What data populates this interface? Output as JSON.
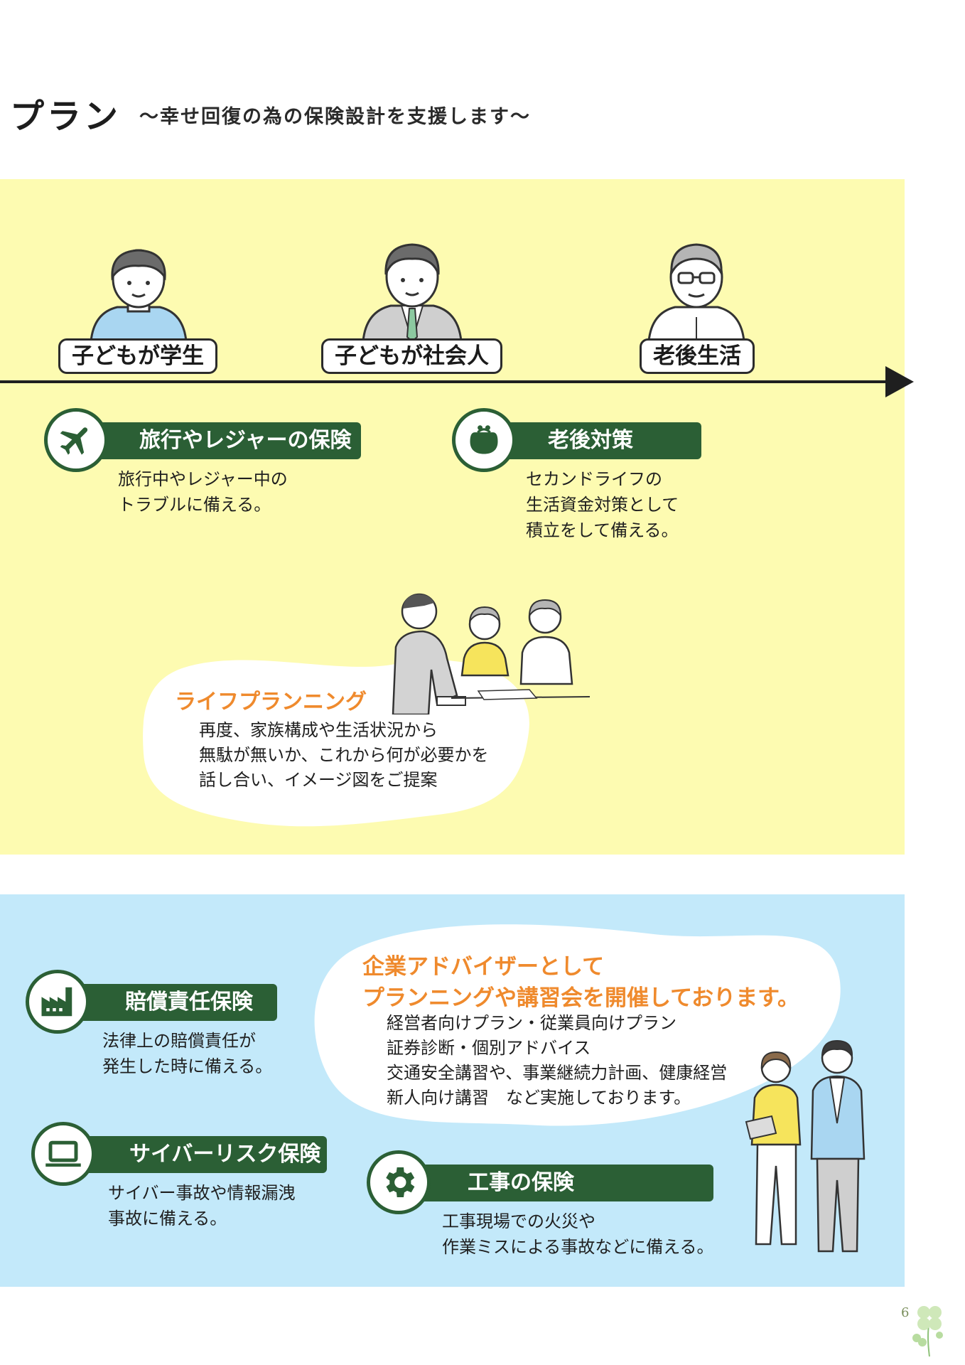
{
  "header": {
    "title": "プラン",
    "subtitle": "〜幸せ回復の為の保険設計を支援します〜"
  },
  "timeline": {
    "stages": [
      {
        "label": "子どもが学生"
      },
      {
        "label": "子どもが社会人"
      },
      {
        "label": "老後生活"
      }
    ]
  },
  "plans_yellow": [
    {
      "title": "旅行やレジャーの保険",
      "icon": "airplane-icon",
      "description": "旅行中やレジャー中の\nトラブルに備える。"
    },
    {
      "title": "老後対策",
      "icon": "purse-icon",
      "description": "セカンドライフの\n生活資金対策として\n積立をして備える。"
    }
  ],
  "life_planning": {
    "heading": "ライフプランニング",
    "body": "再度、家族構成や生活状況から\n無駄が無いか、これから何が必要かを\n話し合い、イメージ図をご提案"
  },
  "corporate": {
    "heading_line1": "企業アドバイザーとして",
    "heading_line2": "プランニングや講習会を開催しております。",
    "body": "経営者向けプラン・従業員向けプラン\n証券診断・個別アドバイス\n交通安全講習や、事業継続力計画、健康経営\n新人向け講習　など実施しております。"
  },
  "plans_blue": [
    {
      "title": "賠償責任保険",
      "icon": "factory-icon",
      "description": "法律上の賠償責任が\n発生した時に備える。"
    },
    {
      "title": "サイバーリスク保険",
      "icon": "laptop-icon",
      "description": "サイバー事故や情報漏洩\n事故に備える。"
    },
    {
      "title": "工事の保険",
      "icon": "gear-icon",
      "description": "工事現場での火災や\n作業ミスによる事故などに備える。"
    }
  ],
  "footer": {
    "page_number": "6"
  },
  "colors": {
    "accent_green": "#2b5f35",
    "accent_orange": "#ef8a2d",
    "yellow_bg": "#fdfbb1",
    "blue_bg": "#c3e9fa"
  }
}
